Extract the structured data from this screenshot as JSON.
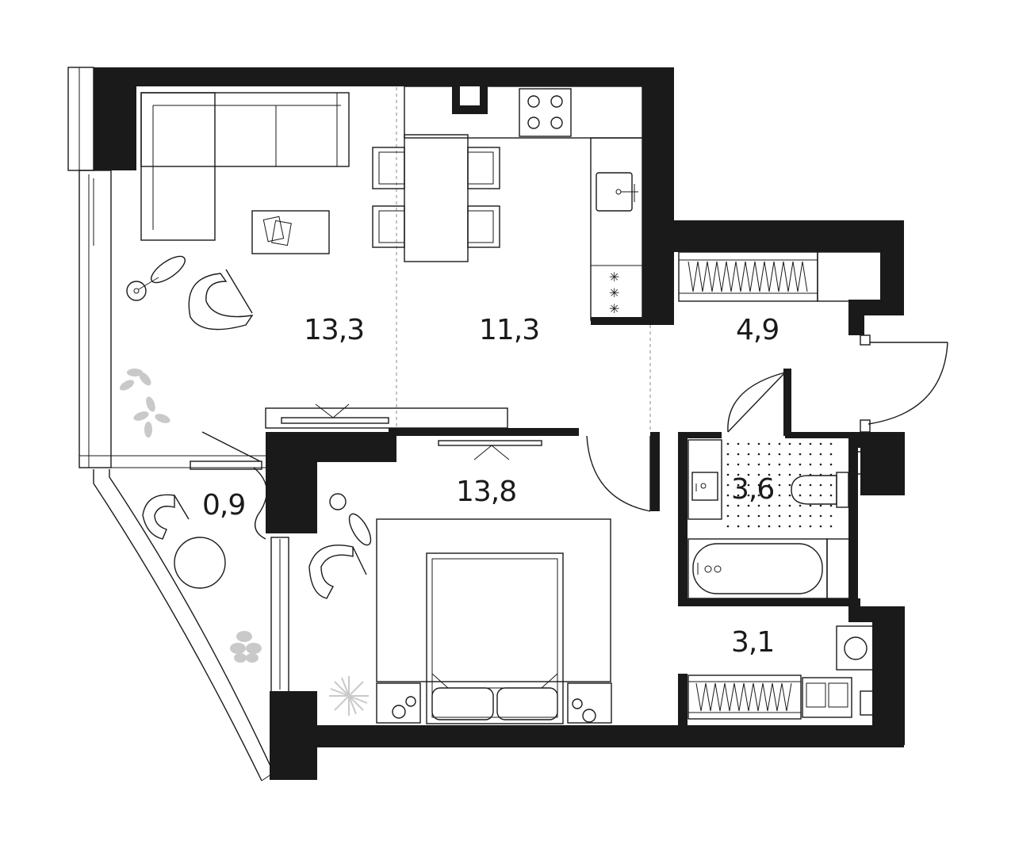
{
  "floor_plan": {
    "rooms": [
      {
        "key": "living",
        "area": "13,3"
      },
      {
        "key": "kitchen",
        "area": "11,3"
      },
      {
        "key": "hall",
        "area": "4,9"
      },
      {
        "key": "balcony",
        "area": "0,9"
      },
      {
        "key": "bedroom",
        "area": "13,8"
      },
      {
        "key": "bathroom",
        "area": "3,6"
      },
      {
        "key": "laundry",
        "area": "3,1"
      }
    ],
    "colors": {
      "wall": "#1a1a1a",
      "decor": "#c9c9c9",
      "background": "#ffffff"
    }
  }
}
